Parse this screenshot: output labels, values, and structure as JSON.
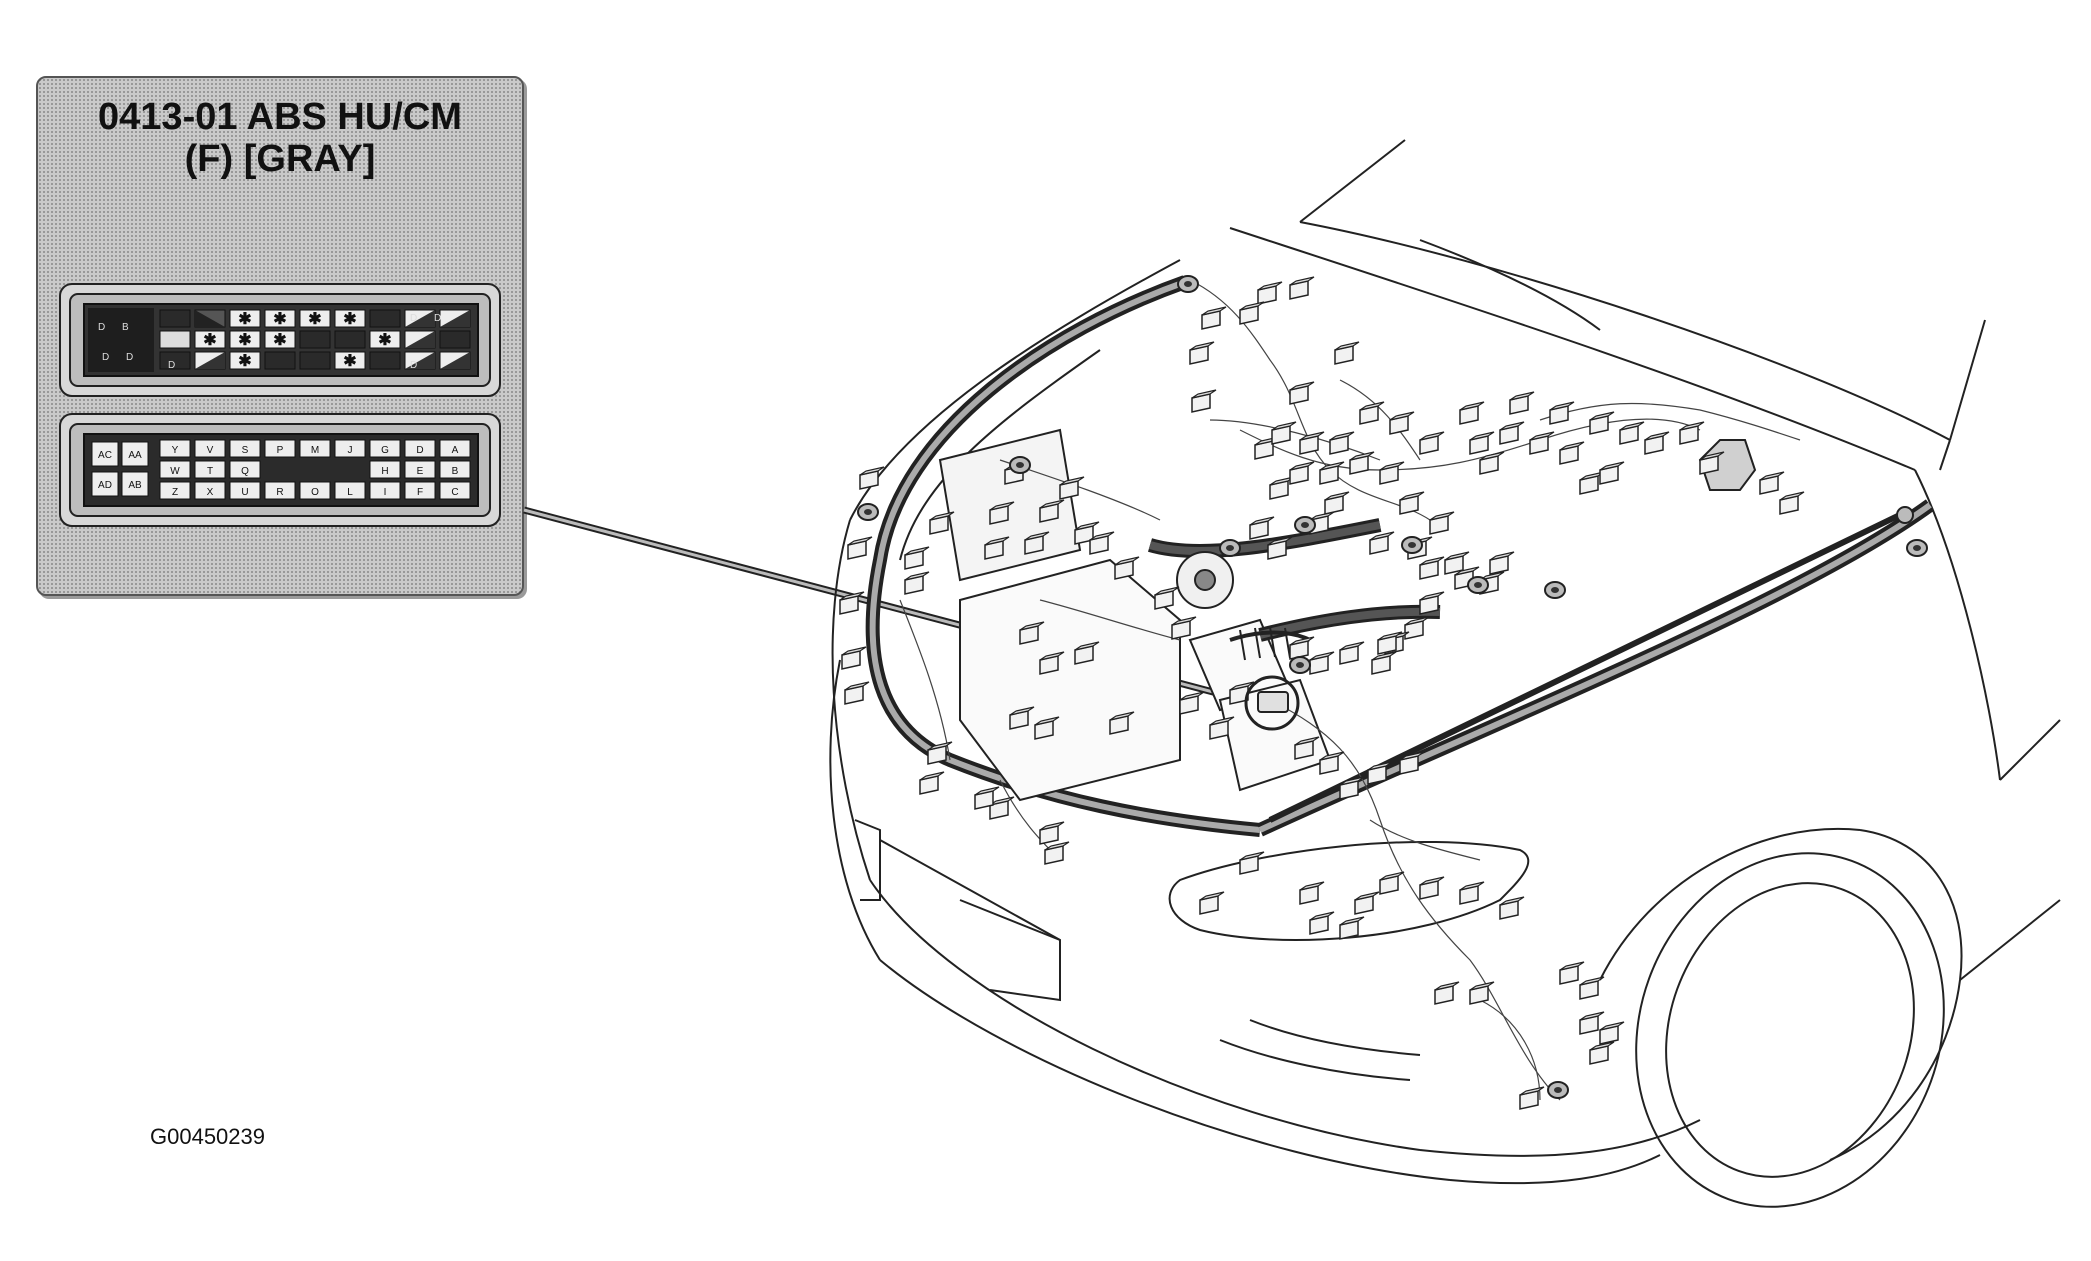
{
  "connector": {
    "title_line1": "0413-01 ABS HU/CM",
    "title_line2": "(F) [GRAY]",
    "upper_labels": [
      "D",
      "B",
      "D",
      "D",
      "D",
      "D",
      "D",
      "D"
    ],
    "lower_left_labels": [
      "AC",
      "AA",
      "AD",
      "AB"
    ],
    "lower_row1": [
      "Y",
      "V",
      "S",
      "P",
      "M",
      "J",
      "G",
      "D",
      "A"
    ],
    "lower_row2": [
      "W",
      "T",
      "Q",
      "H",
      "E",
      "B"
    ],
    "lower_row3": [
      "Z",
      "X",
      "U",
      "R",
      "O",
      "L",
      "I",
      "F",
      "C"
    ]
  },
  "figure_code": "G00450239",
  "icons": {
    "connector_block": "connector-block-icon",
    "harness_connector": "harness-connector-icon",
    "grommet": "grommet-icon"
  },
  "colors": {
    "line": "#222222",
    "pin_dark": "#2b2b2b",
    "pin_light": "#e8e8e8",
    "panel": "#c9c9c9"
  }
}
